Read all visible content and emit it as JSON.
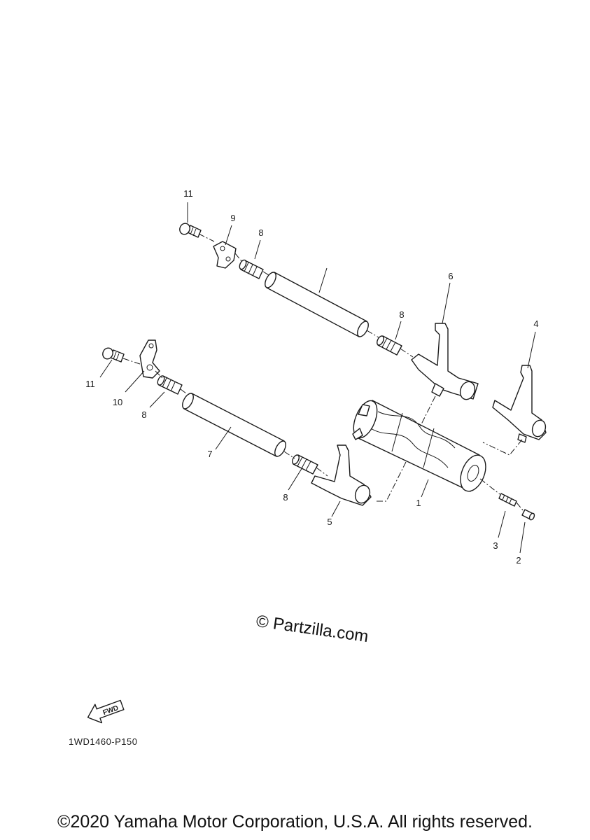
{
  "callouts": {
    "c1": "1",
    "c2": "2",
    "c3": "3",
    "c4": "4",
    "c5": "5",
    "c6": "6",
    "c7": "7",
    "c8": "8",
    "c9": "9",
    "c10": "10",
    "c11": "11"
  },
  "fwd_label": "FWD",
  "diagram_code": "1WD1460-P150",
  "watermark": "© Partzilla.com",
  "copyright": "©2020 Yamaha Motor Corporation, U.S.A. All rights reserved.",
  "icons": {
    "fwd": "fwd-arrow-icon"
  }
}
